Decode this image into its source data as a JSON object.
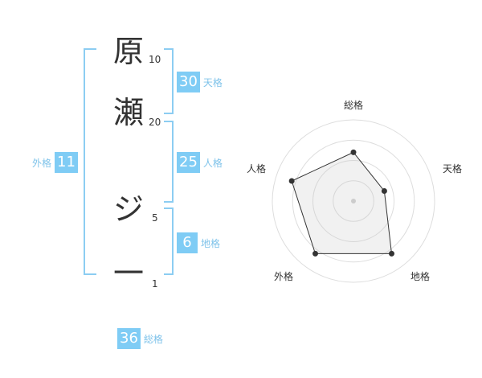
{
  "name_chars": [
    {
      "char": "原",
      "strokes": "10"
    },
    {
      "char": "瀬",
      "strokes": "20"
    },
    {
      "char": "ジ",
      "strokes": "5"
    },
    {
      "char": "一",
      "strokes": "1"
    }
  ],
  "fortunes": {
    "tenkaku": {
      "value": "30",
      "label": "天格"
    },
    "jinkaku": {
      "value": "25",
      "label": "人格"
    },
    "chikaku": {
      "value": "6",
      "label": "地格"
    },
    "gaikaku": {
      "value": "11",
      "label": "外格"
    },
    "soukaku": {
      "value": "36",
      "label": "総格"
    }
  },
  "colors": {
    "accent": "#7fccf5",
    "bracket": "#8ccdf2",
    "text": "#333333"
  },
  "chart_data": {
    "type": "radar",
    "axes": [
      "総格",
      "天格",
      "地格",
      "外格",
      "人格"
    ],
    "values": [
      3,
      2,
      4,
      4,
      4
    ],
    "range": [
      0,
      5
    ],
    "rings": 4
  }
}
